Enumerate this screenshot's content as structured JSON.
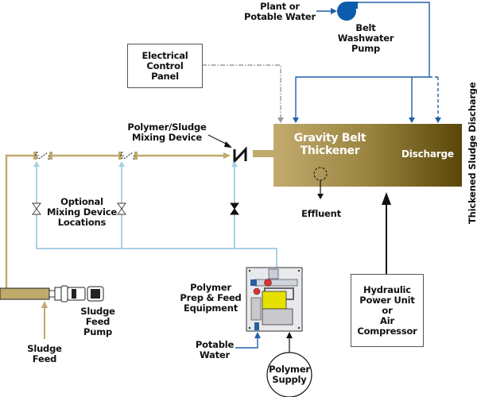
{
  "diagram": {
    "title": "Gravity Belt Thickener process flow",
    "colors": {
      "sludge_line": "#bfa96b",
      "polymer_line": "#a8d1e6",
      "wash_water_line": "#1f5fa8",
      "control_line": "#9a9a9a",
      "thickener_gradient_start": "#c2ab6e",
      "thickener_gradient_end": "#5a4608",
      "pump_blue": "#0b5cad"
    },
    "labels": {
      "plant_water": "Plant or\nPotable Water",
      "washwater_pump": "Belt\nWashwater\nPump",
      "electrical_panel": "Electrical\nControl\nPanel",
      "mixing_device": "Polymer/Sludge\nMixing Device",
      "thickener": "Gravity Belt\nThickener",
      "discharge": "Discharge",
      "thickened_discharge": "Thickened Sludge Discharge",
      "effluent": "Effluent",
      "optional_locations": "Optional\nMixing Device\nLocations",
      "sludge_feed_pump": "Sludge\nFeed\nPump",
      "sludge_feed": "Sludge\nFeed",
      "polymer_equipment": "Polymer\nPrep & Feed\nEquipment",
      "potable_water": "Potable\nWater",
      "polymer_supply": "Polymer\nSupply",
      "hydraulic_unit": "Hydraulic\nPower Unit\nor\nAir\nCompressor"
    },
    "icons": [
      "centrifugal-pump-icon",
      "sludge-pump-motor-icon",
      "polymer-skid-icon",
      "static-mixer-icon",
      "optional-mixer-icon",
      "gate-valve-icon",
      "effluent-drain-icon"
    ]
  }
}
